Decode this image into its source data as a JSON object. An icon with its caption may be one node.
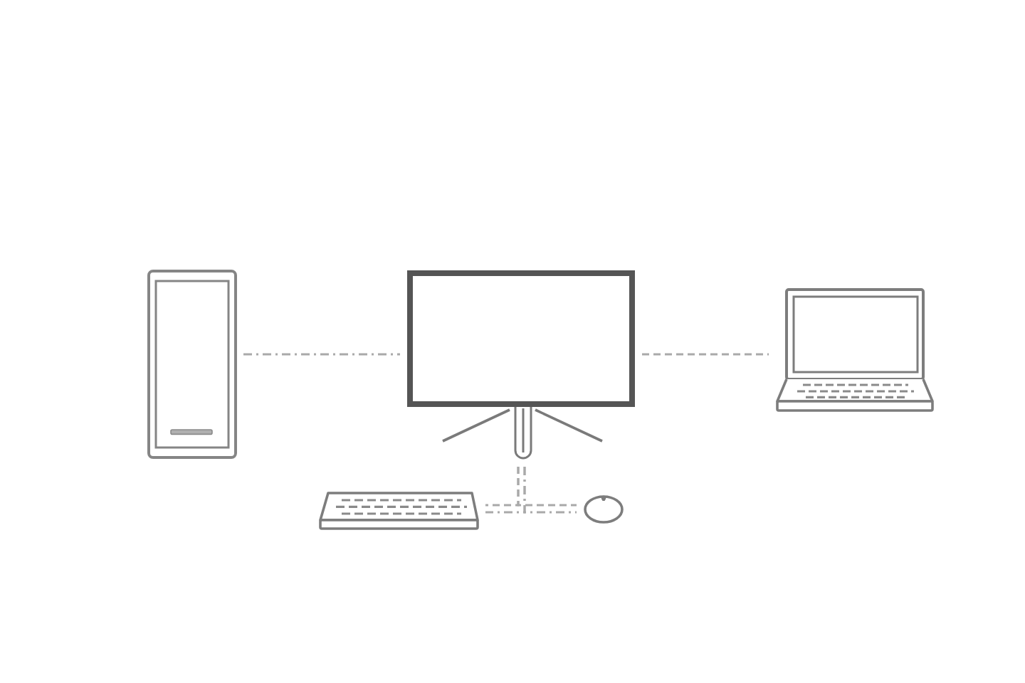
{
  "diagram": {
    "nodes": [
      {
        "text": [],
        "shape": "picture"
      },
      {
        "text": [],
        "shape": "picture"
      },
      {
        "text": [],
        "shape": "picture"
      },
      {
        "text": [],
        "shape": "picture"
      },
      {
        "text": [],
        "shape": "picture"
      }
    ],
    "edges": [
      {
        "from": 0,
        "to": 1,
        "arrow": "none",
        "style": "dashed"
      },
      {
        "from": 1,
        "to": 2,
        "arrow": "none",
        "style": "dashed"
      },
      {
        "from": 1,
        "to": 3,
        "arrow": "none",
        "style": "dashed"
      },
      {
        "from": 1,
        "to": 4,
        "arrow": "none",
        "style": "dashed"
      },
      {
        "from": 1,
        "to": 3,
        "arrow": "none",
        "style": "dashed"
      },
      {
        "from": 1,
        "to": 4,
        "arrow": "none",
        "style": "dashed"
      }
    ]
  }
}
